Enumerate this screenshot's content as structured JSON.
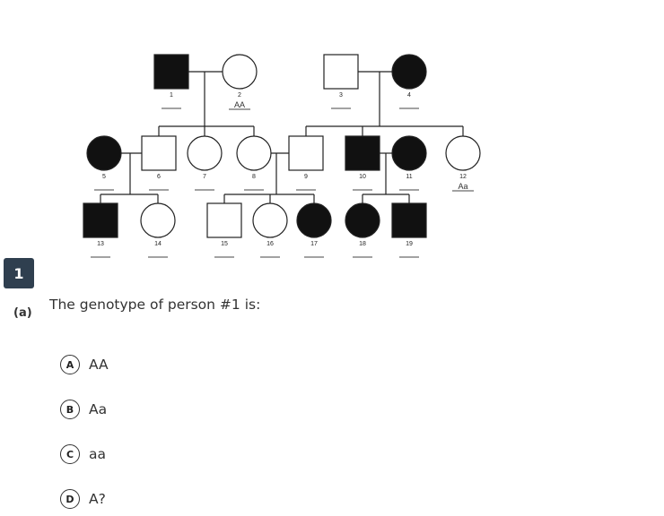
{
  "pedigree": {
    "individuals": [
      {
        "id": "1",
        "sex": "male",
        "affected": true,
        "genotype": ""
      },
      {
        "id": "2",
        "sex": "female",
        "affected": false,
        "genotype": "AA"
      },
      {
        "id": "3",
        "sex": "male",
        "affected": false,
        "genotype": ""
      },
      {
        "id": "4",
        "sex": "female",
        "affected": true,
        "genotype": ""
      },
      {
        "id": "5",
        "sex": "female",
        "affected": true,
        "genotype": ""
      },
      {
        "id": "6",
        "sex": "male",
        "affected": false,
        "genotype": ""
      },
      {
        "id": "7",
        "sex": "female",
        "affected": false,
        "genotype": ""
      },
      {
        "id": "8",
        "sex": "female",
        "affected": false,
        "genotype": ""
      },
      {
        "id": "9",
        "sex": "male",
        "affected": false,
        "genotype": ""
      },
      {
        "id": "10",
        "sex": "male",
        "affected": true,
        "genotype": ""
      },
      {
        "id": "11",
        "sex": "female",
        "affected": true,
        "genotype": ""
      },
      {
        "id": "12",
        "sex": "female",
        "affected": false,
        "genotype": "Aa"
      },
      {
        "id": "13",
        "sex": "male",
        "affected": true,
        "genotype": ""
      },
      {
        "id": "14",
        "sex": "female",
        "affected": false,
        "genotype": ""
      },
      {
        "id": "15",
        "sex": "male",
        "affected": false,
        "genotype": ""
      },
      {
        "id": "16",
        "sex": "female",
        "affected": false,
        "genotype": ""
      },
      {
        "id": "17",
        "sex": "female",
        "affected": true,
        "genotype": ""
      },
      {
        "id": "18",
        "sex": "female",
        "affected": true,
        "genotype": ""
      },
      {
        "id": "19",
        "sex": "male",
        "affected": true,
        "genotype": ""
      }
    ]
  },
  "question": {
    "number": "1",
    "part": "(a)",
    "text": "The genotype of person #1 is:",
    "options": [
      {
        "letter": "A",
        "text": "AA"
      },
      {
        "letter": "B",
        "text": "Aa"
      },
      {
        "letter": "C",
        "text": "aa"
      },
      {
        "letter": "D",
        "text": "A?"
      }
    ]
  }
}
